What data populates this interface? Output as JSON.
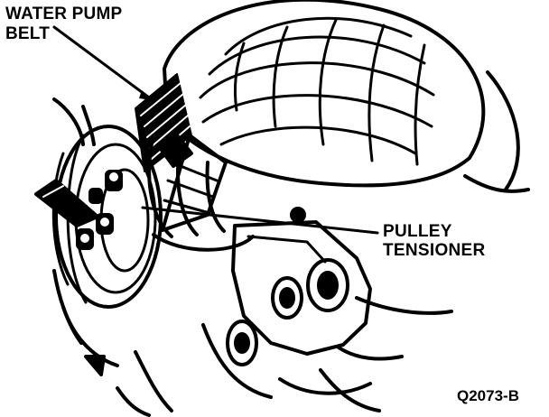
{
  "labels": {
    "belt_line1": "WATER PUMP",
    "belt_line2": "BELT",
    "tensioner_line1": "PULLEY",
    "tensioner_line2": "TENSIONER",
    "figure_code": "Q2073-B"
  },
  "colors": {
    "ink": "#000000",
    "paper": "#ffffff"
  }
}
